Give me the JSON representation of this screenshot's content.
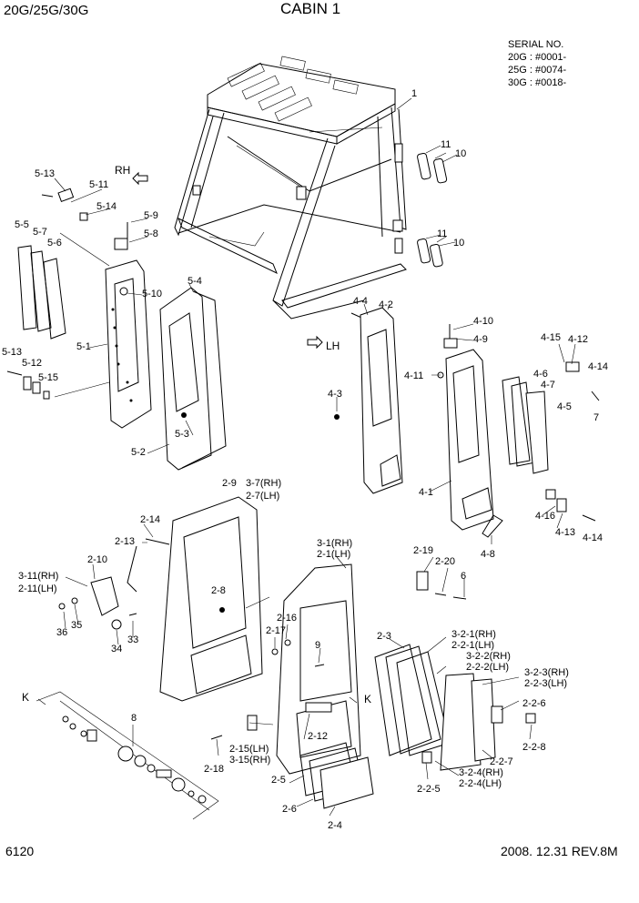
{
  "header": {
    "models": "20G/25G/30G",
    "title": "CABIN 1"
  },
  "serial": {
    "heading": "SERIAL NO.",
    "lines": [
      "20G : #0001-",
      "25G : #0074-",
      "30G : #0018-"
    ]
  },
  "direction": {
    "rh": "RH",
    "lh": "LH"
  },
  "footer": {
    "page": "6120",
    "revision": "2008. 12.31  REV.8M"
  },
  "callouts": [
    "1",
    "11",
    "10",
    "11",
    "10",
    "5-13",
    "5-11",
    "5-14",
    "5-9",
    "5-8",
    "5-5",
    "5-7",
    "5-6",
    "5-10",
    "5-4",
    "5-1",
    "5-13",
    "5-12",
    "5-15",
    "5-3",
    "5-2",
    "4-4",
    "4-2",
    "4-10",
    "4-9",
    "4-15",
    "4-12",
    "4-11",
    "4-6",
    "4-14",
    "4-7",
    "4-3",
    "4-5",
    "7",
    "4-1",
    "4-16",
    "4-13",
    "4-14",
    "4-8",
    "2-9",
    "3-7(RH)",
    "2-7(LH)",
    "2-14",
    "2-13",
    "2-10",
    "3-11(RH)",
    "2-11(LH)",
    "2-8",
    "36",
    "35",
    "34",
    "33",
    "3-1(RH)",
    "2-1(LH)",
    "2-19",
    "2-20",
    "6",
    "2-16",
    "2-17",
    "9",
    "K",
    "K",
    "8",
    "2-12",
    "2-15(LH)",
    "3-15(RH)",
    "2-18",
    "2-3",
    "3-2-1(RH)",
    "2-2-1(LH)",
    "3-2-2(RH)",
    "2-2-2(LH)",
    "3-2-3(RH)",
    "2-2-3(LH)",
    "2-2-6",
    "2-2-8",
    "2-2-7",
    "3-2-4(RH)",
    "2-2-4(LH)",
    "2-2-5",
    "2-5",
    "2-6",
    "2-4"
  ]
}
